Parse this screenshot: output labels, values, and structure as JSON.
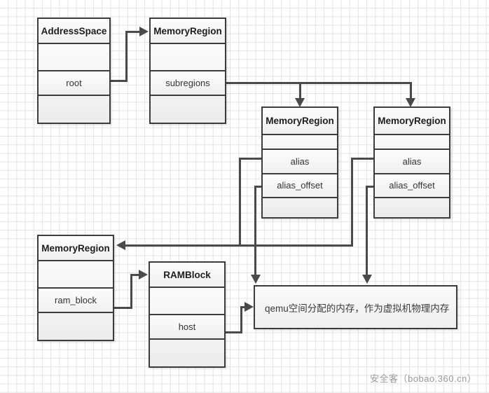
{
  "diagram": {
    "title": "QEMU MemoryRegion / AddressSpace structure diagram",
    "watermark": "安全客（bobao.360.cn）",
    "colors": {
      "border": "#3c3c3c",
      "edge": "#4a4a4a",
      "grid": "#e3e3e3",
      "box_fill": "#f4f4f4",
      "page_background": "#ffffff"
    },
    "classes": [
      {
        "id": "address-space",
        "name": "AddressSpace",
        "rows": [
          "",
          "root",
          ""
        ]
      },
      {
        "id": "memory-region-root",
        "name": "MemoryRegion",
        "rows": [
          "",
          "subregions",
          ""
        ]
      },
      {
        "id": "memory-region-alias-1",
        "name": "MemoryRegion",
        "rows": [
          "",
          "alias",
          "alias_offset",
          ""
        ]
      },
      {
        "id": "memory-region-alias-2",
        "name": "MemoryRegion",
        "rows": [
          "",
          "alias",
          "alias_offset",
          ""
        ]
      },
      {
        "id": "memory-region-ram",
        "name": "MemoryRegion",
        "rows": [
          "",
          "ram_block",
          ""
        ]
      },
      {
        "id": "ram-block",
        "name": "RAMBlock",
        "rows": [
          "",
          "host",
          ""
        ]
      }
    ],
    "note": {
      "id": "qemu-memory-note",
      "text": "qemu空间分配的内存，作为虚拟机物理内存"
    }
  }
}
